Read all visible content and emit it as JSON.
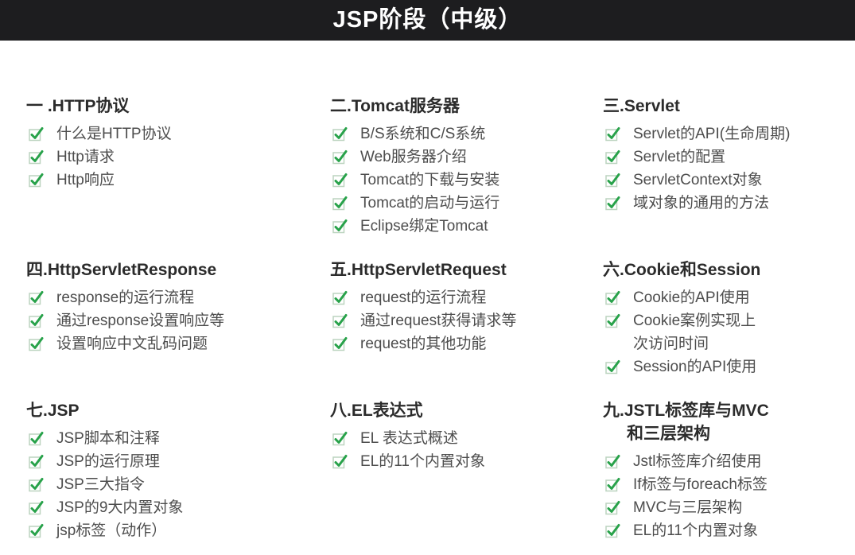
{
  "header": {
    "title": "JSP阶段（中级）"
  },
  "theme": {
    "header_bg": "#1d1d1f",
    "header_fg": "#ffffff",
    "accent_green": "#28a24a",
    "checkbox_border": "#bcd4bf",
    "heading_color": "#2b2b2b",
    "item_color": "#4d4d4d"
  },
  "item_icon": "checked-checkbox-icon",
  "sections": [
    {
      "title": "一 .HTTP协议",
      "items": [
        "什么是HTTP协议",
        "Http请求",
        "Http响应"
      ]
    },
    {
      "title": "二.Tomcat服务器",
      "items": [
        "B/S系统和C/S系统",
        "Web服务器介绍",
        "Tomcat的下载与安装",
        "Tomcat的启动与运行",
        "Eclipse绑定Tomcat"
      ]
    },
    {
      "title": "三.Servlet",
      "items": [
        "Servlet的API(生命周期)",
        "Servlet的配置",
        "ServletContext对象",
        "域对象的通用的方法"
      ]
    },
    {
      "title": "四.HttpServletResponse",
      "items": [
        "response的运行流程",
        "通过response设置响应等",
        "设置响应中文乱码问题"
      ]
    },
    {
      "title": "五.HttpServletRequest",
      "items": [
        "request的运行流程",
        "通过request获得请求等",
        "request的其他功能"
      ]
    },
    {
      "title": "六.Cookie和Session",
      "items": [
        "Cookie的API使用",
        "Cookie案例实现上次访问时间",
        "Session的API使用"
      ]
    },
    {
      "title": "七.JSP",
      "items": [
        "JSP脚本和注释",
        "JSP的运行原理",
        "JSP三大指令",
        "JSP的9大内置对象",
        "jsp标签（动作）"
      ]
    },
    {
      "title": "八.EL表达式",
      "items": [
        "EL 表达式概述",
        "EL的11个内置对象"
      ]
    },
    {
      "title": "九.JSTL标签库与MVC和三层架构",
      "items": [
        "Jstl标签库介绍使用",
        "If标签与foreach标签",
        "MVC与三层架构",
        "EL的11个内置对象"
      ]
    }
  ]
}
